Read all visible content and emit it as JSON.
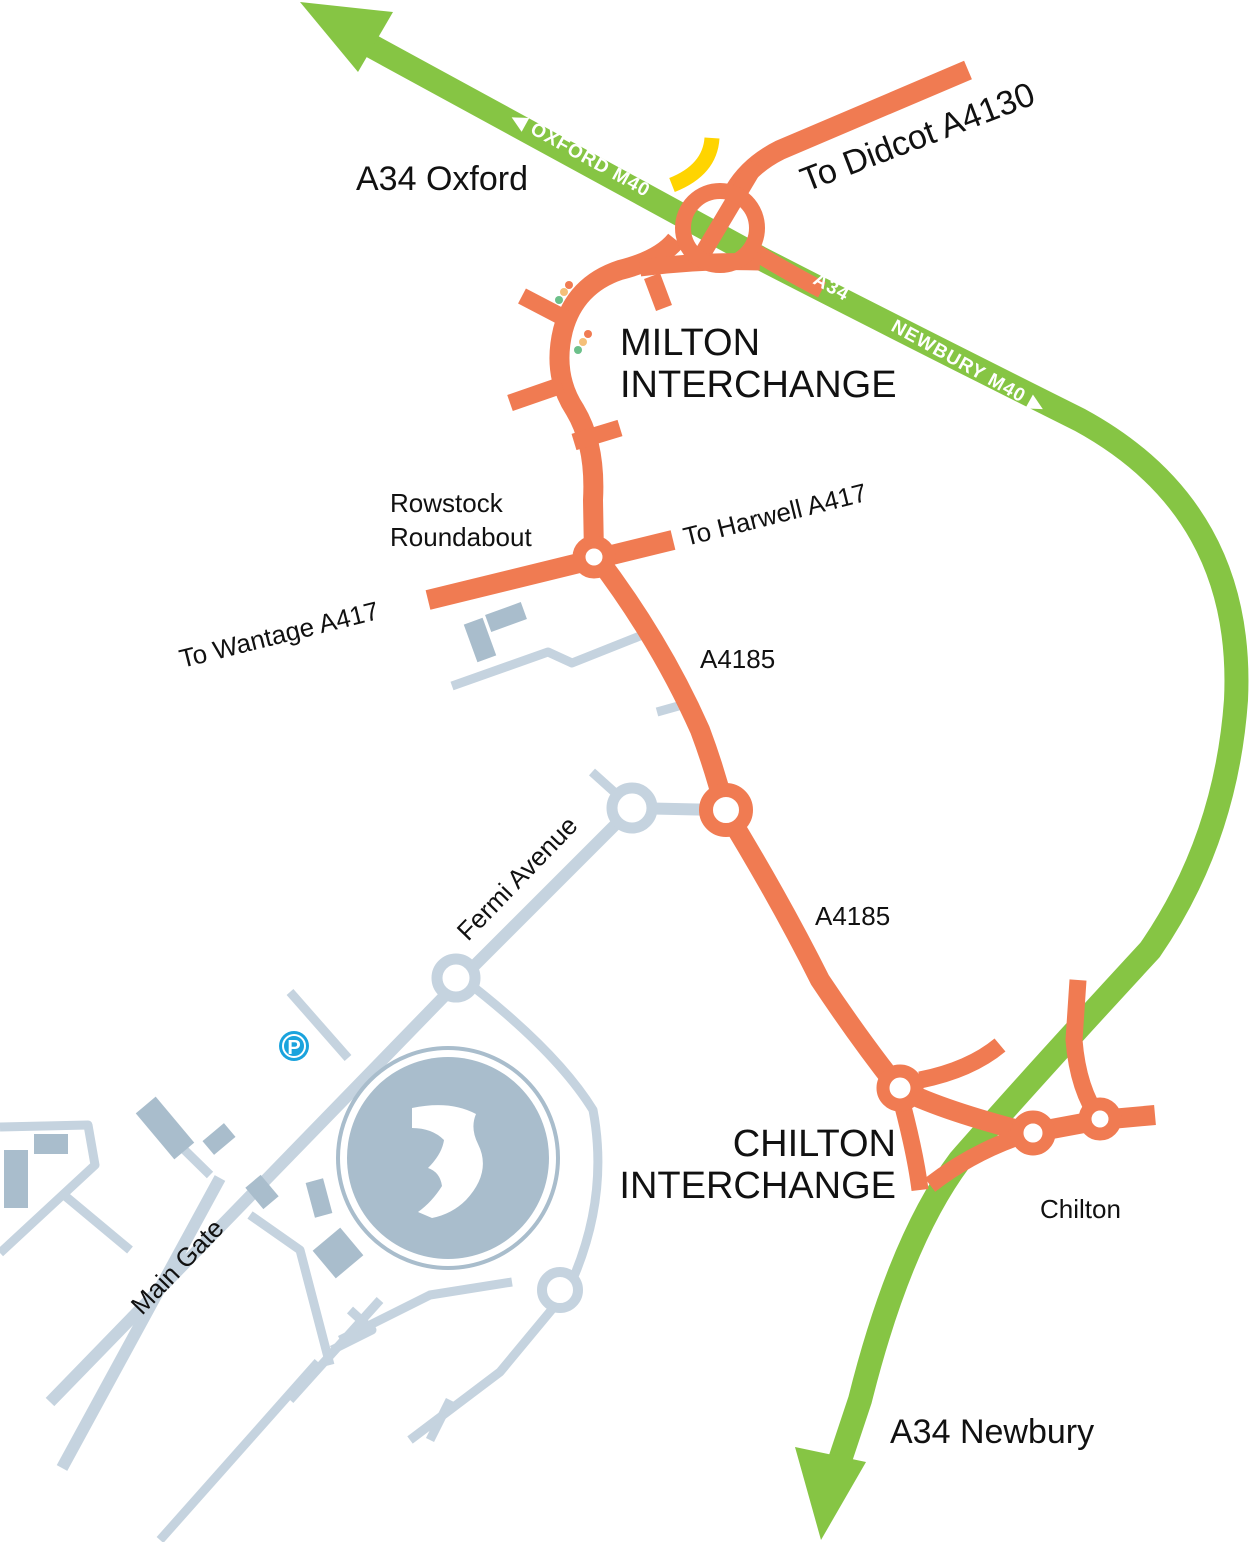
{
  "labels": {
    "a34_oxford": "A34 Oxford",
    "to_didcot": "To Didcot A4130",
    "milton_line1": "MILTON",
    "milton_line2": "INTERCHANGE",
    "rowstock_line1": "Rowstock",
    "rowstock_line2": "Roundabout",
    "to_harwell": "To Harwell A417",
    "to_wantage": "To Wantage A417",
    "a4185_upper": "A4185",
    "a4185_lower": "A4185",
    "fermi_avenue": "Fermi Avenue",
    "main_gate": "Main Gate",
    "chilton_line1": "CHILTON",
    "chilton_line2": "INTERCHANGE",
    "chilton_village": "Chilton",
    "a34_newbury": "A34 Newbury"
  },
  "road_markings": {
    "oxford_m40": "OXFORD M40",
    "a34": "A34",
    "newbury_m40": "NEWBURY M40"
  },
  "parking_symbol": "P",
  "colors": {
    "a34_trunk_road": "#86c544",
    "local_roads": "#f07b52",
    "site_roads": "#c5d3df",
    "site_buildings": "#a9bdcc",
    "slip_road_highlight": "#ffd400",
    "parking": "#1aa3dd"
  },
  "icons": {
    "traffic_lights": "traffic-light-icon",
    "parking": "parking-icon",
    "synchrotron_logo": "synchrotron-logo"
  }
}
